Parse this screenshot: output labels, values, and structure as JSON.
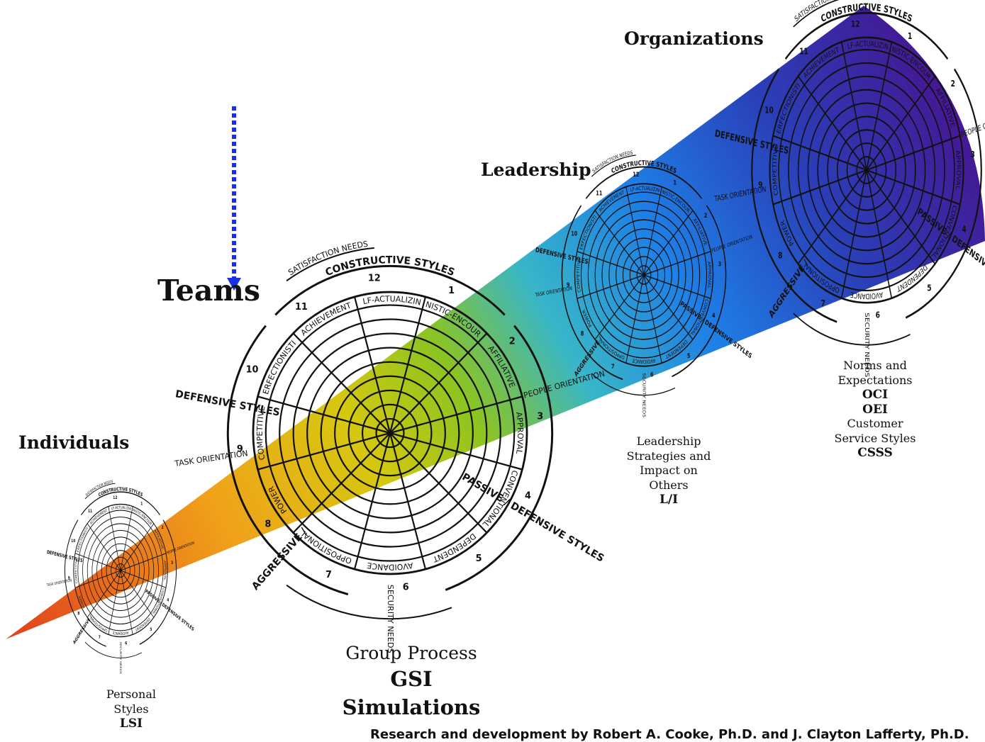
{
  "stages": [
    {
      "id": "individuals",
      "label": "Individuals",
      "description": [
        "Personal",
        "Styles"
      ],
      "instrument": "LSI"
    },
    {
      "id": "teams",
      "label": "Teams",
      "description": [
        "Group Process"
      ],
      "instrument": "GSI",
      "instrument2": "Simulations"
    },
    {
      "id": "leadership",
      "label": "Leadership",
      "description": [
        "Leadership",
        "Strategies and",
        "Impact on",
        "Others"
      ],
      "instrument": "L/I"
    },
    {
      "id": "organizations",
      "label": "Organizations",
      "description": [
        "Norms and",
        "Expectations"
      ],
      "instrument": "OCI",
      "instrument2": "OEI",
      "description2": [
        "Customer",
        "Service Styles"
      ],
      "instrument3": "CSSS"
    }
  ],
  "circumplex": {
    "clusters": {
      "constructive": "CONSTRUCTIVE STYLES",
      "passive": "PASSIVE / DEFENSIVE STYLES",
      "aggressive": "AGGRESSIVE / DEFENSIVE STYLES",
      "aggressive_a": "AGGRESSIVE /",
      "aggressive_b": "DEFENSIVE STYLES"
    },
    "axes": {
      "satisfaction": "SATISFACTION NEEDS",
      "security": "SECURITY NEEDS",
      "people": "PEOPLE ORIENTATION",
      "task": "TASK ORIENTATION"
    },
    "segments": [
      {
        "n": "1",
        "name": "HUMANISTIC-ENCOURAGING"
      },
      {
        "n": "2",
        "name": "AFFILIATIVE"
      },
      {
        "n": "3",
        "name": "APPROVAL"
      },
      {
        "n": "4",
        "name": "CONVENTIONAL"
      },
      {
        "n": "5",
        "name": "DEPENDENT"
      },
      {
        "n": "6",
        "name": "AVOIDANCE"
      },
      {
        "n": "7",
        "name": "OPPOSITIONAL"
      },
      {
        "n": "8",
        "name": "POWER"
      },
      {
        "n": "9",
        "name": "COMPETITIVE"
      },
      {
        "n": "10",
        "name": "PERFECTIONISTIC"
      },
      {
        "n": "11",
        "name": "ACHIEVEMENT"
      },
      {
        "n": "12",
        "name": "SELF-ACTUALIZING"
      }
    ]
  },
  "credit": "Research and development by Robert A. Cooke, Ph.D. and J. Clayton Lafferty, Ph.D.",
  "colors": {
    "beam_start": "#e0401e",
    "beam_orange": "#f0a21a",
    "beam_yellow": "#d6c80f",
    "beam_green": "#8cc421",
    "beam_teal": "#38b6c8",
    "beam_blue": "#1e7fe6",
    "beam_deep": "#2a3fb8",
    "beam_end": "#4b0f8c",
    "arrow": "#1a2fe8"
  }
}
